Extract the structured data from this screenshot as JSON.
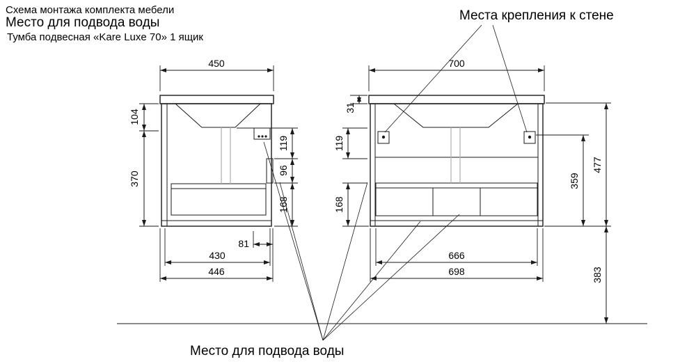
{
  "header": {
    "subtitle_top": "Схема монтажа комплекта мебели",
    "title": "Место для подвода воды",
    "product": "Тумба подвесная «Kare Luxe 70» 1 ящик"
  },
  "callouts": {
    "wall_mount": "Места крепления к стене",
    "water_supply": "Место для подвода воды"
  },
  "side_view": {
    "depth_top": "450",
    "h_104": "104",
    "h_370": "370",
    "h_119": "119",
    "h_96": "96",
    "h_168": "168",
    "w_81": "81",
    "w_430": "430",
    "w_446": "446"
  },
  "front_view": {
    "width_top": "700",
    "h_31": "31",
    "h_119": "119",
    "h_168": "168",
    "h_359": "359",
    "h_477": "477",
    "h_383": "383",
    "w_666": "666",
    "w_698": "698"
  }
}
